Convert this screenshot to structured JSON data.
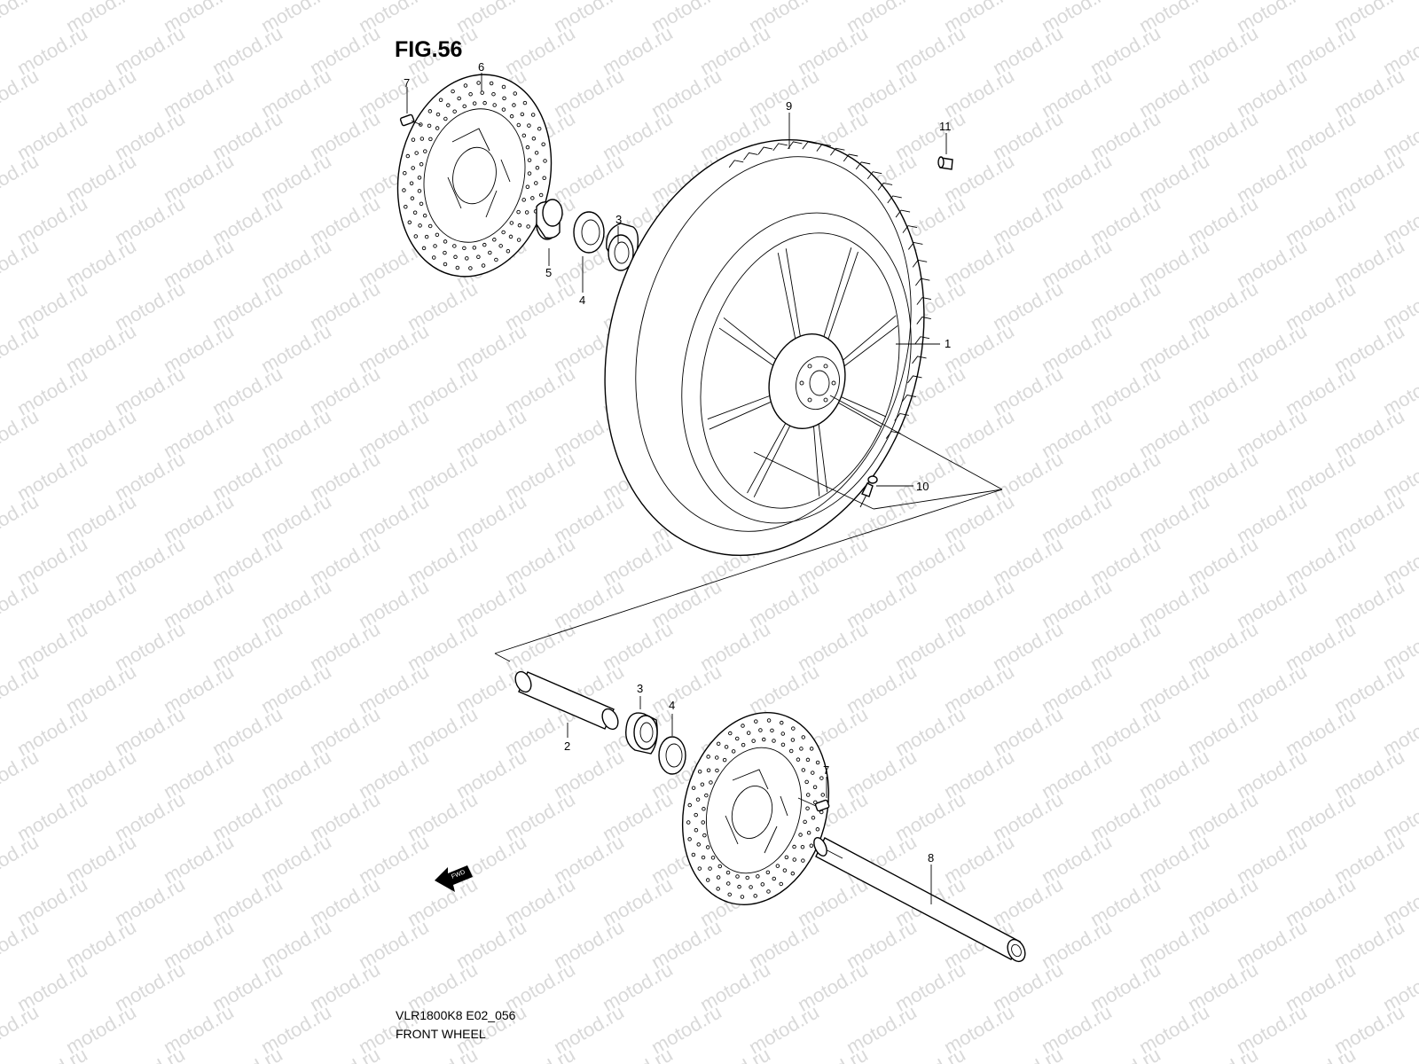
{
  "figure": {
    "title": "FIG.56",
    "model_code": "VLR1800K8 E02_056",
    "name": "FRONT WHEEL"
  },
  "watermark": "motod.ru",
  "fwd_arrow_label": "FWD",
  "callouts": [
    {
      "part": "wheel",
      "label": "1"
    },
    {
      "part": "spacer",
      "label": "2"
    },
    {
      "part": "bearing-upper",
      "label": "3"
    },
    {
      "part": "bearing-lower",
      "label": "3"
    },
    {
      "part": "oil-seal-upper",
      "label": "4"
    },
    {
      "part": "oil-seal-lower",
      "label": "4"
    },
    {
      "part": "collar",
      "label": "5"
    },
    {
      "part": "brake-disc",
      "label": "6"
    },
    {
      "part": "disc-bolt-upper",
      "label": "7"
    },
    {
      "part": "disc-bolt-lower",
      "label": "7"
    },
    {
      "part": "axle",
      "label": "8"
    },
    {
      "part": "tire",
      "label": "9"
    },
    {
      "part": "valve",
      "label": "10"
    },
    {
      "part": "valve-cap",
      "label": "11"
    }
  ]
}
